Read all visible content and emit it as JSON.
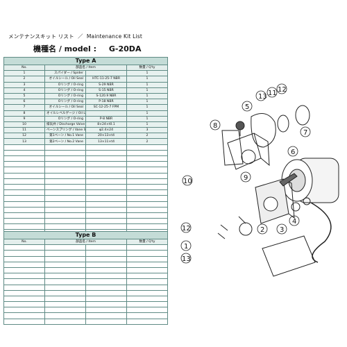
{
  "header": {
    "title_jp": "メンテナンスキット リスト",
    "separator": "／",
    "title_en": "Maintenance Kit  List",
    "model_label": "機種名 / model",
    "model_sep": ":",
    "model_value": "G-20DA"
  },
  "type_a": {
    "title": "Type  A",
    "headers": {
      "no": "No.",
      "name": "部品名 / Item",
      "qty": "数量 / Q'ty"
    },
    "rows": [
      {
        "no": "1",
        "name": "スパイダー / Spider",
        "spec": "",
        "qty": "1"
      },
      {
        "no": "2",
        "name": "オイルシール / Oil Seal",
        "spec": "HTC-11-25-7  NBR",
        "qty": "1"
      },
      {
        "no": "3",
        "name": "Oリング / O-ring",
        "spec": "S-29  NBR",
        "qty": "1"
      },
      {
        "no": "4",
        "name": "Oリング / O-ring",
        "spec": "S-15  NBR",
        "qty": "1"
      },
      {
        "no": "5",
        "name": "Oリング / O-ring",
        "spec": "S-120.9  NBR",
        "qty": "1"
      },
      {
        "no": "6",
        "name": "Oリング / O-ring",
        "spec": "P-18  NBR",
        "qty": "1"
      },
      {
        "no": "7",
        "name": "オイルシール / Oil Seal",
        "spec": "SC-12-25-7  FPM",
        "qty": "1"
      },
      {
        "no": "8",
        "name": "オイルレベルゲージ / Oil Level Gauge",
        "spec": "",
        "qty": "1"
      },
      {
        "no": "9",
        "name": "Oリング / O-ring",
        "spec": "P-8  NBR",
        "qty": "1"
      },
      {
        "no": "10",
        "name": "排気弁 / Discharge Valve",
        "spec": "8×24×t0.1",
        "qty": "1"
      },
      {
        "no": "11",
        "name": "ベーンスプリング / Vane Spring",
        "spec": "φ2.4×24",
        "qty": "3"
      },
      {
        "no": "12",
        "name": "第1ベーン / No.1  Vane",
        "spec": "20×13×t4",
        "qty": "2"
      },
      {
        "no": "13",
        "name": "第2ベーン / No.2  Vane",
        "spec": "13×11×t4",
        "qty": "2"
      }
    ]
  },
  "type_b": {
    "title": "Type  B",
    "headers": {
      "no": "No.",
      "name": "部品名 / Item",
      "qty": "数量 / Q'ty"
    }
  },
  "diagram": {
    "callouts": [
      "13",
      "11",
      "12",
      "5",
      "8",
      "7",
      "9",
      "6",
      "10",
      "4",
      "3",
      "2",
      "12",
      "1",
      "13"
    ]
  }
}
